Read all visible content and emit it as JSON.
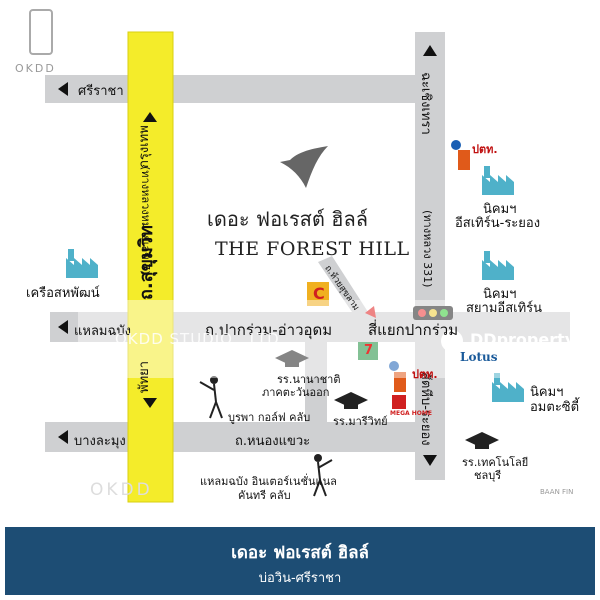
{
  "watermark": {
    "brand": "OKDD",
    "studio": "OKDD STUDIO., LTD.",
    "bottom_brand": "OKDD"
  },
  "project": {
    "name_th": "เดอะ ฟอเรสต์ ฮิลล์",
    "name_en": "THE FOREST HILL"
  },
  "roads": {
    "top_left": "ศรีราชา",
    "krungthep": "กรุงเทพ",
    "sukhumvit": "ถ.สุขุมวิท",
    "sukhumvit_sub": "(ทางหลวงหมายเลข 7)",
    "pattaya": "พัทยา",
    "chachoengsao": "ฉะเชิงเทรา",
    "hw331": "(ทางหลวง 331)",
    "sattahip_rayong": "สัตหีบ-ระยอง",
    "main_road": "ถ.ปากร่วม-อ่าวอุดม",
    "laem_chabang": "แหลมฉบัง",
    "intersection": "สี่แยกปากร่วม",
    "bang_lamung": "บางละมุง",
    "nong_khae": "ถ.หนองแขวะ",
    "side_soi": "ถ.ห้วยสุขลาม"
  },
  "places": {
    "ptt_label": "ปตท.",
    "ie_east_1": "นิคมฯ",
    "ie_east_2": "อีสเทิร์น-ระยอง",
    "ie_siam_1": "นิคมฯ",
    "ie_siam_2": "สยามอีสเทิร์น",
    "ie_amata_1": "นิคมฯ",
    "ie_amata_2": "อมตะซิตี้",
    "pulp": "เครือสหพัฒน์",
    "school_east_1": "รร.นานาชาติ",
    "school_east_2": "ภาคตะวันออก",
    "school_mari": "รร.มารีวิทย์",
    "school_tech_1": "รร.เทคโนโลยี",
    "school_tech_2": "ชลบุรี",
    "golf_burapha": "บูรพา กอล์ฟ คลับ",
    "golf_laem_1": "แหลมฉบัง อินเตอร์เนชั่นแนล",
    "golf_laem_2": "คันทรี คลับ",
    "lotus": "Lotus",
    "mega_home": "MEGA HOME",
    "c_mark": "C",
    "seven": "7"
  },
  "ddproperty": {
    "label": "DDproperty"
  },
  "credit": "BAAN FIN",
  "footer": {
    "title": "เดอะ ฟอเรสต์ ฮิลล์",
    "subtitle": "บ่อวิน-ศรีราชา"
  },
  "colors": {
    "road": "#cfd0d2",
    "road_edge": "#b6b7b9",
    "highway": "#f4ec2a",
    "icon_teal": "#4fb1c9",
    "footer": "#1d4d74",
    "project_pin": "#e02020"
  }
}
